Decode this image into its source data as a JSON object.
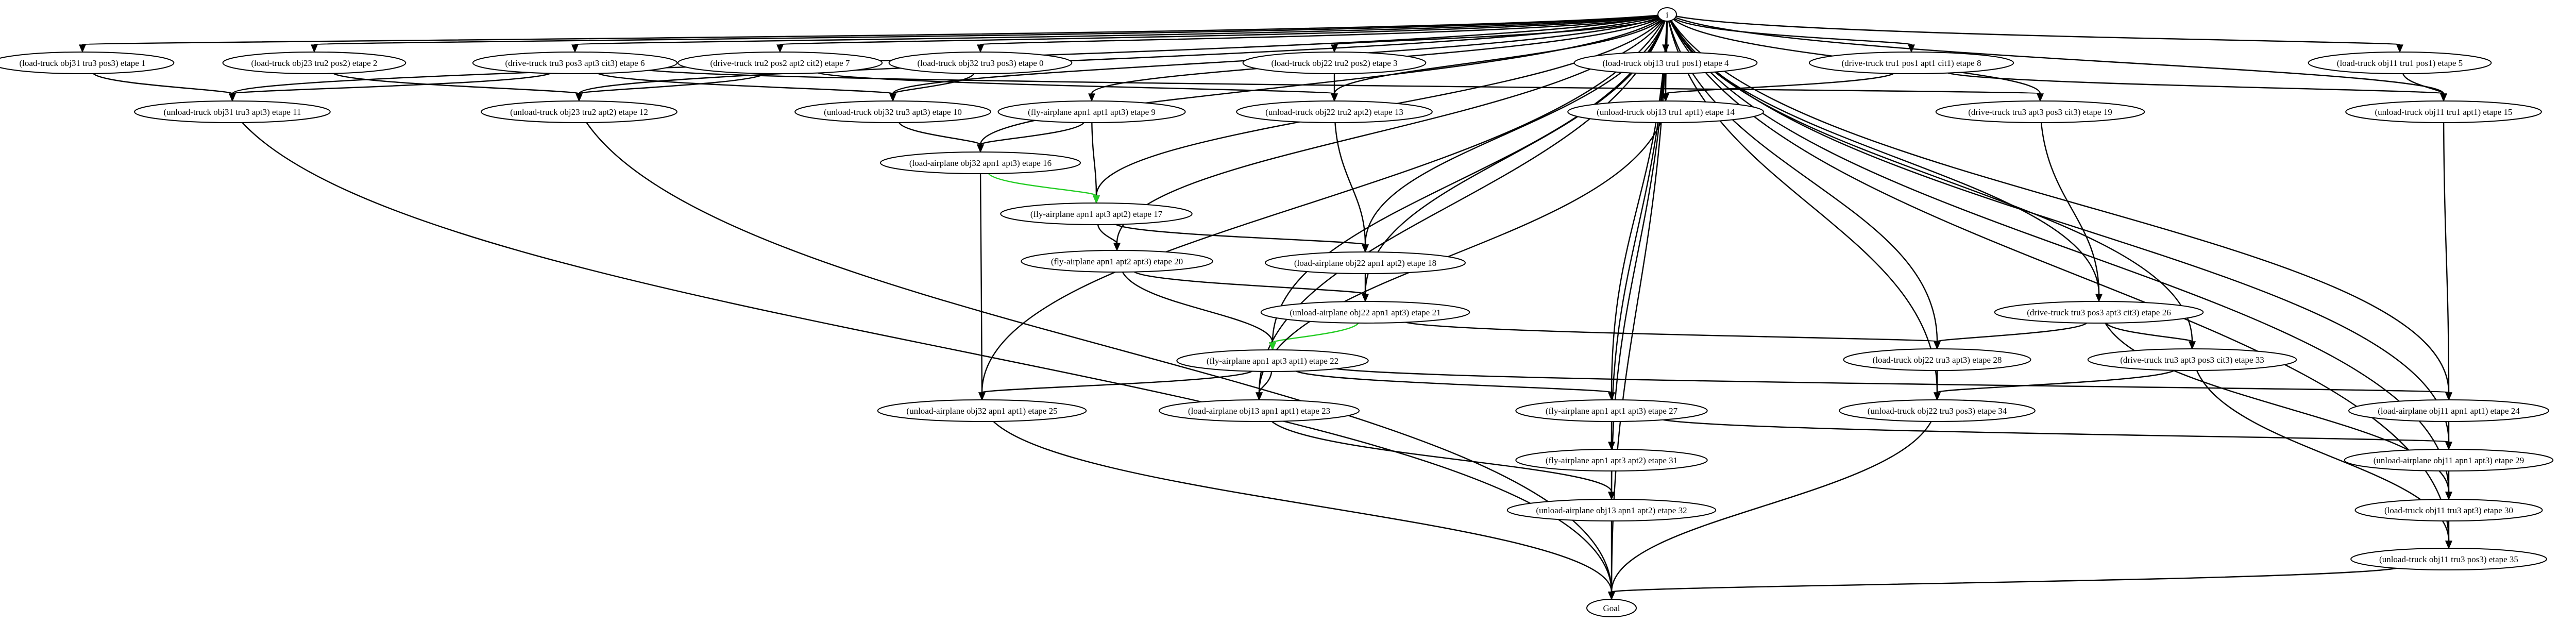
{
  "diagram": {
    "type": "directed-graph",
    "colors": {
      "edge": "#000000",
      "highlight_edge": "#22cc22",
      "node_fill": "#ffffff",
      "node_stroke": "#000000"
    },
    "nodes": [
      {
        "id": "init",
        "label": "i"
      },
      {
        "id": "n1",
        "label": "(load-truck obj31 tru3 pos3) etape 1"
      },
      {
        "id": "n2",
        "label": "(load-truck obj23 tru2 pos2) etape 2"
      },
      {
        "id": "n6",
        "label": "(drive-truck tru3 pos3 apt3 cit3) etape 6"
      },
      {
        "id": "n7",
        "label": "(drive-truck tru2 pos2 apt2 cit2) etape 7"
      },
      {
        "id": "n0",
        "label": "(load-truck obj32 tru3 pos3) etape 0"
      },
      {
        "id": "n3",
        "label": "(load-truck obj22 tru2 pos2) etape 3"
      },
      {
        "id": "n4",
        "label": "(load-truck obj13 tru1 pos1) etape 4"
      },
      {
        "id": "n8",
        "label": "(drive-truck tru1 pos1 apt1 cit1) etape 8"
      },
      {
        "id": "n5",
        "label": "(load-truck obj11 tru1 pos1) etape 5"
      },
      {
        "id": "n11",
        "label": "(unload-truck obj31 tru3 apt3) etape 11"
      },
      {
        "id": "n12",
        "label": "(unload-truck obj23 tru2 apt2) etape 12"
      },
      {
        "id": "n10",
        "label": "(unload-truck obj32 tru3 apt3) etape 10"
      },
      {
        "id": "n9",
        "label": "(fly-airplane apn1 apt1 apt3) etape 9"
      },
      {
        "id": "n13",
        "label": "(unload-truck obj22 tru2 apt2) etape 13"
      },
      {
        "id": "n14",
        "label": "(unload-truck obj13 tru1 apt1) etape 14"
      },
      {
        "id": "n19",
        "label": "(drive-truck tru3 apt3 pos3 cit3) etape 19"
      },
      {
        "id": "n15",
        "label": "(unload-truck obj11 tru1 apt1) etape 15"
      },
      {
        "id": "n16",
        "label": "(load-airplane obj32 apn1 apt3) etape 16"
      },
      {
        "id": "n17",
        "label": "(fly-airplane apn1 apt3 apt2) etape 17"
      },
      {
        "id": "n20",
        "label": "(fly-airplane apn1 apt2 apt3) etape 20"
      },
      {
        "id": "n18",
        "label": "(load-airplane obj22 apn1 apt2) etape 18"
      },
      {
        "id": "n21",
        "label": "(unload-airplane obj22 apn1 apt3) etape 21"
      },
      {
        "id": "n26",
        "label": "(drive-truck tru3 pos3 apt3 cit3) etape 26"
      },
      {
        "id": "n22",
        "label": "(fly-airplane apn1 apt3 apt1) etape 22"
      },
      {
        "id": "n28",
        "label": "(load-truck obj22 tru3 apt3) etape 28"
      },
      {
        "id": "n33",
        "label": "(drive-truck tru3 apt3 pos3 cit3) etape 33"
      },
      {
        "id": "n25",
        "label": "(unload-airplane obj32 apn1 apt1) etape 25"
      },
      {
        "id": "n23",
        "label": "(load-airplane obj13 apn1 apt1) etape 23"
      },
      {
        "id": "n27",
        "label": "(fly-airplane apn1 apt1 apt3) etape 27"
      },
      {
        "id": "n34",
        "label": "(unload-truck obj22 tru3 pos3) etape 34"
      },
      {
        "id": "n24",
        "label": "(load-airplane obj11 apn1 apt1) etape 24"
      },
      {
        "id": "n31",
        "label": "(fly-airplane apn1 apt3 apt2) etape 31"
      },
      {
        "id": "n29",
        "label": "(unload-airplane obj11 apn1 apt3) etape 29"
      },
      {
        "id": "n32",
        "label": "(unload-airplane obj13 apn1 apt2) etape 32"
      },
      {
        "id": "n30",
        "label": "(load-truck obj11 tru3 apt3) etape 30"
      },
      {
        "id": "n35",
        "label": "(unload-truck obj11 tru3 pos3) etape 35"
      },
      {
        "id": "goal",
        "label": "Goal"
      }
    ],
    "edges": [
      {
        "from": "init",
        "to": "n1"
      },
      {
        "from": "init",
        "to": "n2"
      },
      {
        "from": "init",
        "to": "n6"
      },
      {
        "from": "init",
        "to": "n7"
      },
      {
        "from": "init",
        "to": "n0"
      },
      {
        "from": "init",
        "to": "n3"
      },
      {
        "from": "init",
        "to": "n4"
      },
      {
        "from": "init",
        "to": "n8"
      },
      {
        "from": "init",
        "to": "n5"
      },
      {
        "from": "init",
        "to": "n11"
      },
      {
        "from": "init",
        "to": "n12"
      },
      {
        "from": "init",
        "to": "n10"
      },
      {
        "from": "init",
        "to": "n9"
      },
      {
        "from": "init",
        "to": "n13"
      },
      {
        "from": "init",
        "to": "n14"
      },
      {
        "from": "init",
        "to": "n19"
      },
      {
        "from": "init",
        "to": "n15"
      },
      {
        "from": "init",
        "to": "n16"
      },
      {
        "from": "init",
        "to": "n17"
      },
      {
        "from": "init",
        "to": "n20"
      },
      {
        "from": "init",
        "to": "n18"
      },
      {
        "from": "init",
        "to": "n21"
      },
      {
        "from": "init",
        "to": "n26"
      },
      {
        "from": "init",
        "to": "n22"
      },
      {
        "from": "init",
        "to": "n28"
      },
      {
        "from": "init",
        "to": "n33"
      },
      {
        "from": "init",
        "to": "n25"
      },
      {
        "from": "init",
        "to": "n23"
      },
      {
        "from": "init",
        "to": "n27"
      },
      {
        "from": "init",
        "to": "n34"
      },
      {
        "from": "init",
        "to": "n24"
      },
      {
        "from": "init",
        "to": "n31"
      },
      {
        "from": "init",
        "to": "n29"
      },
      {
        "from": "init",
        "to": "n32"
      },
      {
        "from": "init",
        "to": "n30"
      },
      {
        "from": "init",
        "to": "n35"
      },
      {
        "from": "init",
        "to": "goal"
      },
      {
        "from": "n1",
        "to": "n11"
      },
      {
        "from": "n2",
        "to": "n12"
      },
      {
        "from": "n6",
        "to": "n11"
      },
      {
        "from": "n6",
        "to": "n10"
      },
      {
        "from": "n6",
        "to": "n19"
      },
      {
        "from": "n7",
        "to": "n12"
      },
      {
        "from": "n7",
        "to": "n13"
      },
      {
        "from": "n0",
        "to": "n10"
      },
      {
        "from": "n3",
        "to": "n13"
      },
      {
        "from": "n4",
        "to": "n14"
      },
      {
        "from": "n8",
        "to": "n14"
      },
      {
        "from": "n8",
        "to": "n15"
      },
      {
        "from": "n5",
        "to": "n15"
      },
      {
        "from": "n10",
        "to": "n16"
      },
      {
        "from": "n9",
        "to": "n16"
      },
      {
        "from": "n9",
        "to": "n17"
      },
      {
        "from": "n13",
        "to": "n18"
      },
      {
        "from": "n19",
        "to": "n26"
      },
      {
        "from": "n16",
        "to": "n17",
        "highlight": true
      },
      {
        "from": "n16",
        "to": "n25"
      },
      {
        "from": "n17",
        "to": "n20"
      },
      {
        "from": "n17",
        "to": "n18"
      },
      {
        "from": "n18",
        "to": "n21"
      },
      {
        "from": "n20",
        "to": "n21"
      },
      {
        "from": "n20",
        "to": "n22"
      },
      {
        "from": "n21",
        "to": "n22",
        "highlight": true
      },
      {
        "from": "n21",
        "to": "n28"
      },
      {
        "from": "n26",
        "to": "n28"
      },
      {
        "from": "n26",
        "to": "n33"
      },
      {
        "from": "n26",
        "to": "n30"
      },
      {
        "from": "n22",
        "to": "n25"
      },
      {
        "from": "n22",
        "to": "n23"
      },
      {
        "from": "n22",
        "to": "n27"
      },
      {
        "from": "n22",
        "to": "n24"
      },
      {
        "from": "n28",
        "to": "n34"
      },
      {
        "from": "n33",
        "to": "n34"
      },
      {
        "from": "n33",
        "to": "n35"
      },
      {
        "from": "n14",
        "to": "n23"
      },
      {
        "from": "n15",
        "to": "n24"
      },
      {
        "from": "n24",
        "to": "n29"
      },
      {
        "from": "n27",
        "to": "n31"
      },
      {
        "from": "n27",
        "to": "n29"
      },
      {
        "from": "n23",
        "to": "n32"
      },
      {
        "from": "n31",
        "to": "n32"
      },
      {
        "from": "n29",
        "to": "n30"
      },
      {
        "from": "n30",
        "to": "n35"
      },
      {
        "from": "n11",
        "to": "goal"
      },
      {
        "from": "n12",
        "to": "goal"
      },
      {
        "from": "n25",
        "to": "goal"
      },
      {
        "from": "n32",
        "to": "goal"
      },
      {
        "from": "n34",
        "to": "goal"
      },
      {
        "from": "n35",
        "to": "goal"
      }
    ]
  }
}
